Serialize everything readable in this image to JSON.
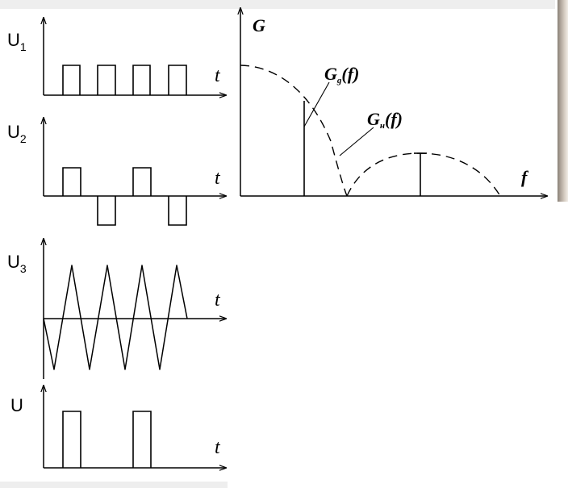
{
  "signals": [
    {
      "label": "U",
      "sub": "1",
      "axis_label": "t"
    },
    {
      "label": "U",
      "sub": "2",
      "axis_label": "t"
    },
    {
      "label": "U",
      "sub": "3",
      "axis_label": "t"
    },
    {
      "label": "U",
      "sub": "",
      "axis_label": "t"
    }
  ],
  "spectrum": {
    "y_label": "G",
    "x_label": "f",
    "curve_g": {
      "main": "G",
      "sub": "g",
      "arg": "(f)"
    },
    "curve_n": {
      "main": "G",
      "sub": "н",
      "arg": "(f)"
    }
  }
}
